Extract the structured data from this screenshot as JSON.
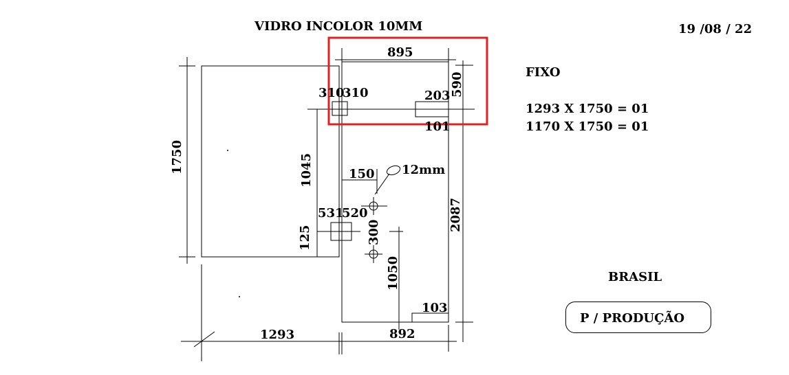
{
  "header": {
    "title": "VIDRO INCOLOR 10MM",
    "date": "19 /08 / 22"
  },
  "info": {
    "fixo_label": "FIXO",
    "line1": "1293 X 1750 = 01",
    "line2": "1170 X 1750 = 01",
    "country": "BRASIL",
    "production_tag": "P / PRODUÇÃO"
  },
  "dimensions": {
    "top_width": "895",
    "right_top_height": "590",
    "left_height": "1750",
    "hole1_left": "310",
    "hole1_right": "310",
    "notch_top": "203",
    "notch_bottom": "101",
    "vertical_1045": "1045",
    "offset_150": "150",
    "hole_diameter": "12mm",
    "pos_531": "531",
    "pos_520": "520",
    "vertical_125": "125",
    "spacing_300": "300",
    "right_height": "2087",
    "vertical_1050": "1050",
    "notch_103": "103",
    "bottom_left_width": "1293",
    "bottom_right_width": "892"
  },
  "highlight": {
    "color": "#e02020"
  }
}
